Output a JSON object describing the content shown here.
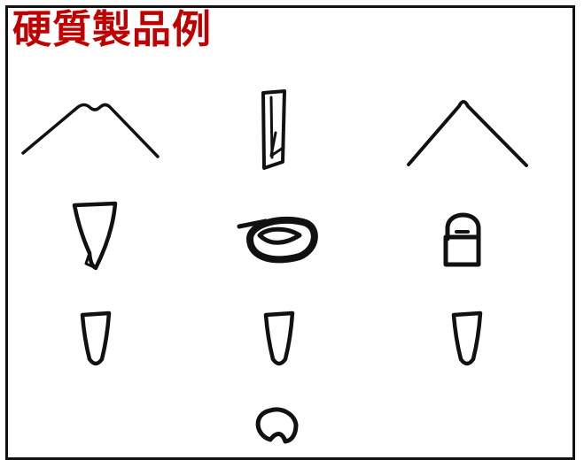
{
  "title": {
    "text": "硬質製品例",
    "color": "#c00000"
  },
  "line_color": "#111111",
  "profiles": [
    {
      "name": "roof-profile-with-notch",
      "icon": "peaked-roof-notched"
    },
    {
      "name": "folded-strip-profile",
      "icon": "tall-folded-strip"
    },
    {
      "name": "peaked-roof-profile",
      "icon": "peaked-roof"
    },
    {
      "name": "wide-tapered-profile",
      "icon": "tapered-with-flap"
    },
    {
      "name": "oval-clip-profile",
      "icon": "looped-oval-clip"
    },
    {
      "name": "hook-box-profile",
      "icon": "hook-on-box"
    },
    {
      "name": "small-tapered-profile-left",
      "icon": "tapered-cup"
    },
    {
      "name": "small-tapered-profile-center",
      "icon": "tapered-cup"
    },
    {
      "name": "small-tapered-profile-right",
      "icon": "tapered-cup"
    },
    {
      "name": "crescent-profile",
      "icon": "crescent-ring"
    }
  ]
}
